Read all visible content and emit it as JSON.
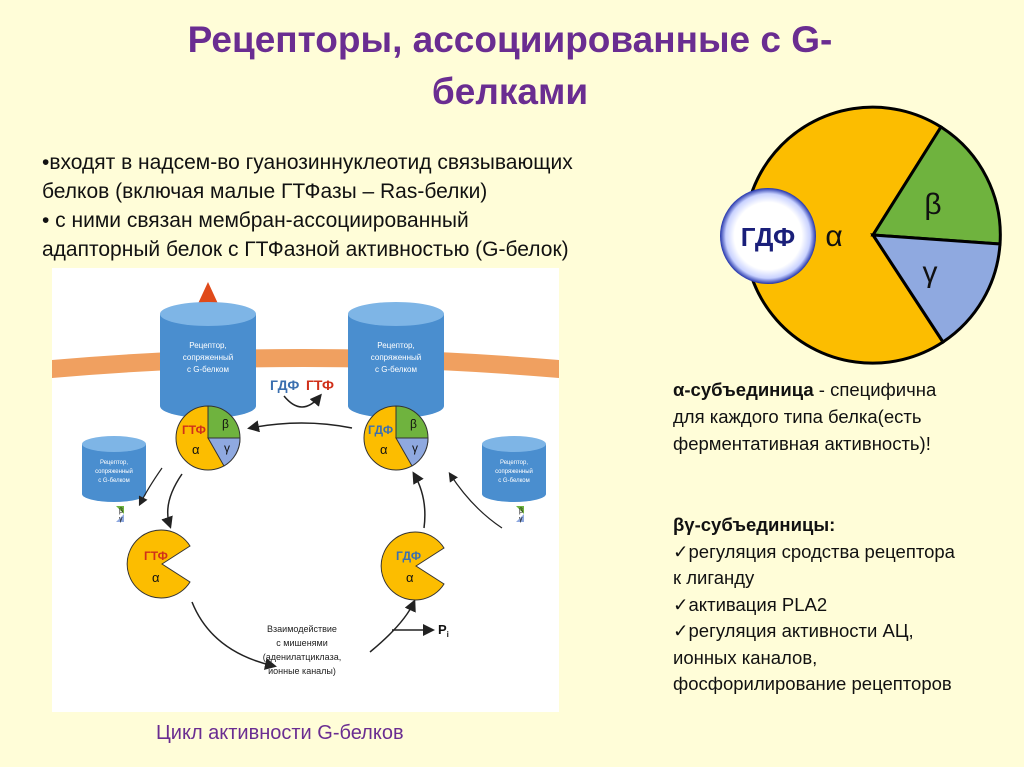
{
  "slide": {
    "title_line1": "Рецепторы, ассоциированные с G-",
    "title_line2": "белками"
  },
  "bullets": [
    "•входят в надсем-во гуанозиннуклеотид связывающих",
    "белков (включая малые ГТФазы – Ras-белки)",
    "• с ними связан мембран-ассоциированный",
    "адапторный белок с ГТФазной активностью (G-белок)"
  ],
  "big_pie": {
    "gdp_label": "ГДФ",
    "alpha": "α",
    "beta": "β",
    "gamma": "γ",
    "colors": {
      "alpha": "#fcbd00",
      "beta": "#6fb33e",
      "gamma": "#8fa9e0",
      "outline": "#000000"
    }
  },
  "cycle": {
    "receptor_label": [
      "Рецептор,",
      "сопряженный",
      "с G-белком"
    ],
    "gtp": "ГТФ",
    "gdp": "ГДФ",
    "alpha": "α",
    "beta": "β",
    "gamma": "γ",
    "interaction": [
      "Взаимодействие",
      "с мишенями",
      "(аденилатциклаза,",
      "ионные каналы)"
    ],
    "pi_main": "P",
    "pi_sub": "i",
    "caption": "Цикл активности G-белков"
  },
  "alpha_subunit": {
    "heading": "α-субъединица",
    "text1": " - специфична",
    "line2": "для каждого типа белка(есть",
    "line3": "ферментативная активность)!"
  },
  "beta_gamma": {
    "heading": "βγ-субъединицы:",
    "items": [
      "✓регуляция сродства рецептора",
      "к лиганду",
      "✓активация PLA2",
      "✓регуляция активности АЦ,",
      "ионных каналов,",
      "фосфорилирование рецепторов"
    ]
  }
}
